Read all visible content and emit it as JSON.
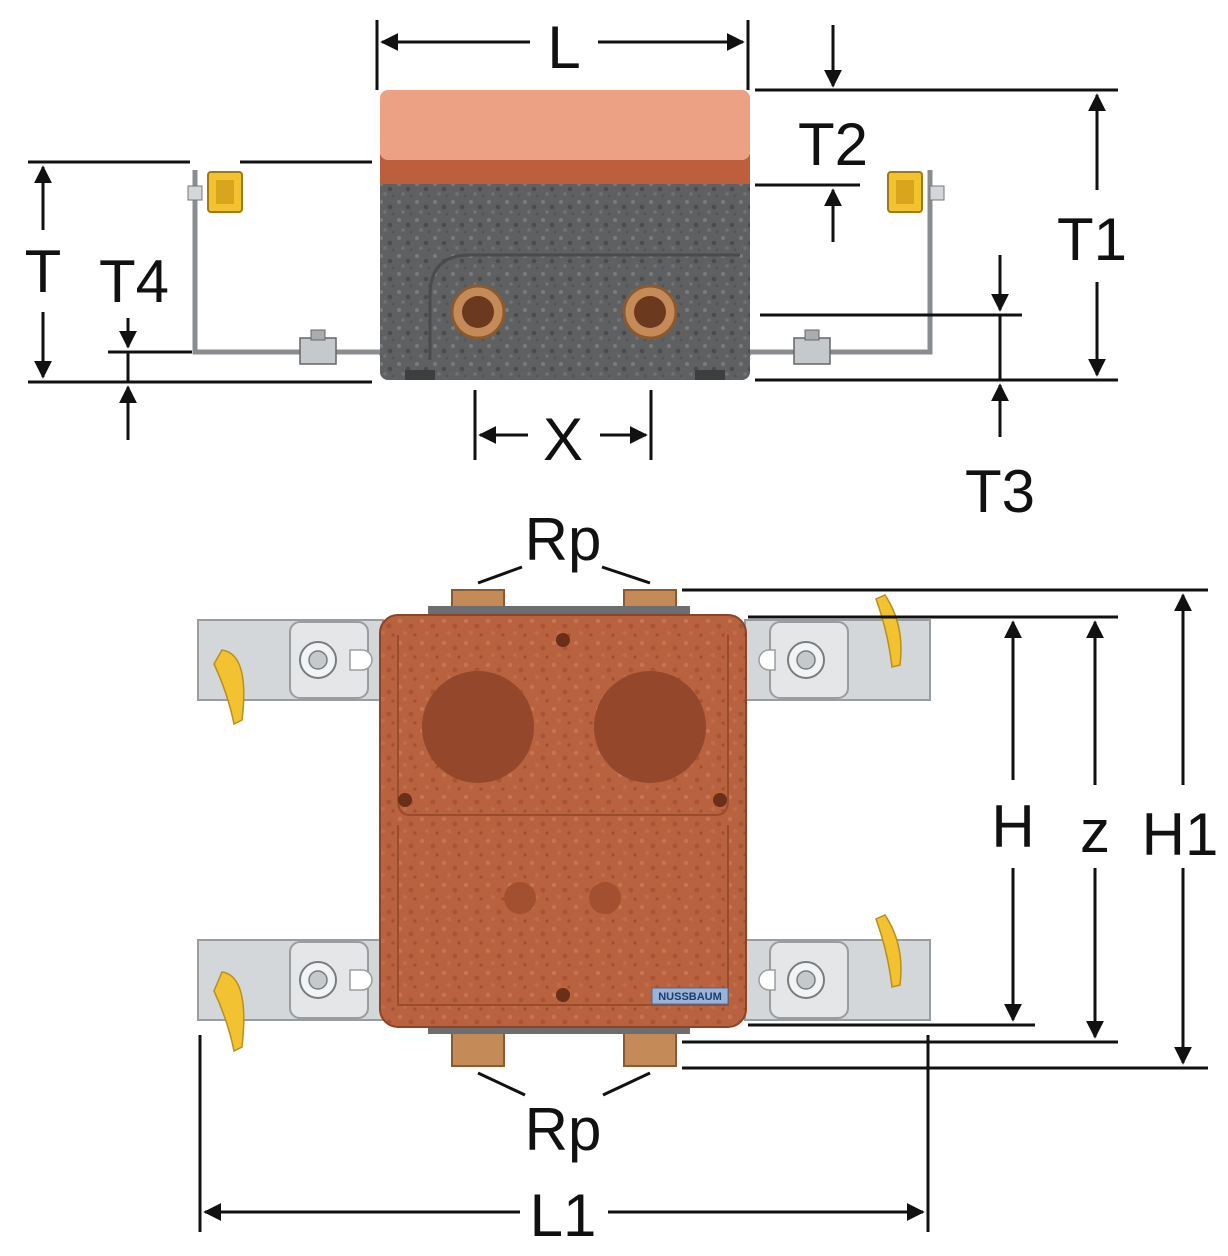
{
  "labels": {
    "L": "L",
    "T2": "T2",
    "T1": "T1",
    "T": "T",
    "T4": "T4",
    "X": "X",
    "T3": "T3",
    "Rp_top": "Rp",
    "Rp_bottom": "Rp",
    "H": "H",
    "z": "z",
    "H1": "H1",
    "L1": "L1"
  },
  "brand": "NUSSBAUM",
  "colors": {
    "lid": "#eda184",
    "lid_band": "#bd5f3c",
    "foam_grey": "#5f6062",
    "foam_body": "#b8623f",
    "foam_dark": "#94472a",
    "brass": "#c48a58",
    "bracket": "#d4d7da",
    "clip_yellow": "#f2c230",
    "brand_badge": "#9ab4d8",
    "line": "#111111"
  }
}
